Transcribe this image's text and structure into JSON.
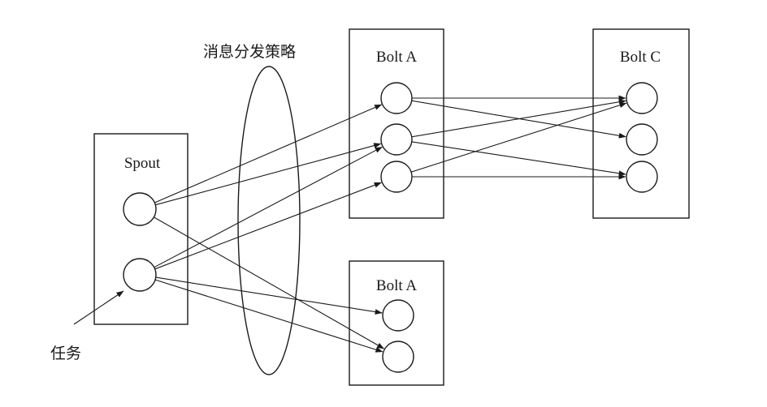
{
  "diagram": {
    "strategy_label": "消息分发策略",
    "task_label": "任务",
    "components": [
      {
        "id": "spout",
        "label": "Spout"
      },
      {
        "id": "boltA1",
        "label": "Bolt A"
      },
      {
        "id": "boltA2",
        "label": "Bolt A"
      },
      {
        "id": "boltC",
        "label": "Bolt C"
      }
    ],
    "edges": [
      {
        "from": "spout.0",
        "to": "boltA1.0"
      },
      {
        "from": "spout.0",
        "to": "boltA1.1"
      },
      {
        "from": "spout.0",
        "to": "boltA2.1"
      },
      {
        "from": "spout.1",
        "to": "boltA1.1"
      },
      {
        "from": "spout.1",
        "to": "boltA1.2"
      },
      {
        "from": "spout.1",
        "to": "boltA2.0"
      },
      {
        "from": "spout.1",
        "to": "boltA2.1"
      },
      {
        "from": "boltA1.0",
        "to": "boltC.0"
      },
      {
        "from": "boltA1.0",
        "to": "boltC.1"
      },
      {
        "from": "boltA1.1",
        "to": "boltC.0"
      },
      {
        "from": "boltA1.1",
        "to": "boltC.2"
      },
      {
        "from": "boltA1.2",
        "to": "boltC.0"
      },
      {
        "from": "boltA1.2",
        "to": "boltC.2"
      }
    ]
  }
}
